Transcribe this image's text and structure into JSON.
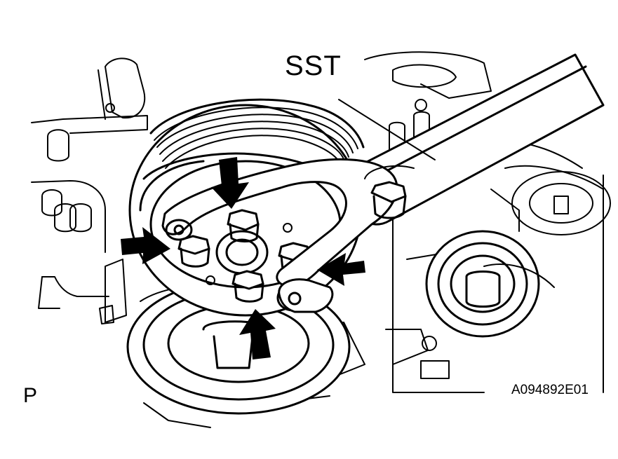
{
  "labels": {
    "tool": "SST",
    "view_marker": "P",
    "figure_code": "A094892E01"
  },
  "icons": {
    "arrows": [
      "arrow-down-icon",
      "arrow-right-icon",
      "arrow-left-icon",
      "arrow-up-icon"
    ]
  },
  "colors": {
    "line": "#000000",
    "background": "#ffffff"
  }
}
